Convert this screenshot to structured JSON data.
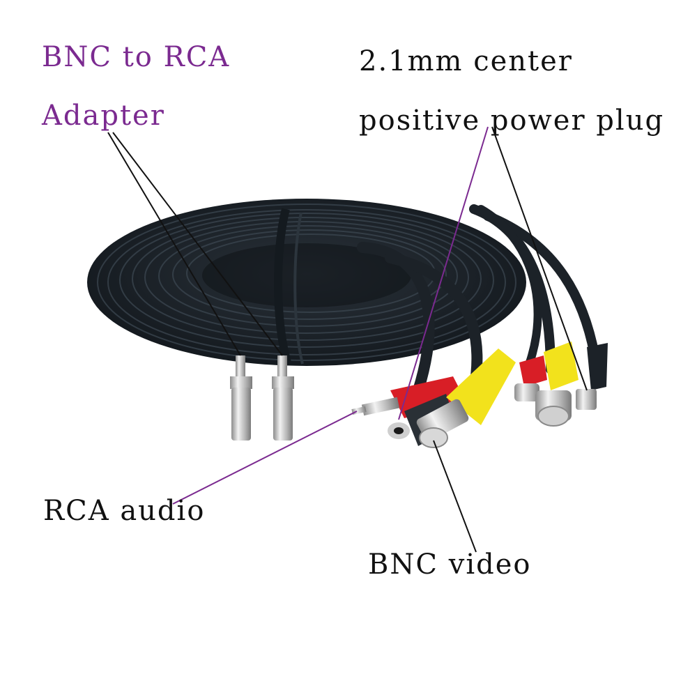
{
  "labels": {
    "adapter_line1": "BNC to RCA",
    "adapter_line2": "Adapter",
    "power_line1": "2.1mm center",
    "power_line2": "positive power plug",
    "rca_audio": "RCA audio",
    "bnc_video": "BNC video"
  },
  "colors": {
    "label_purple": "#7b2a90",
    "label_black": "#111111",
    "cable": "#1c2228",
    "connector_yellow": "#f2e21c",
    "connector_red": "#d81e26",
    "metal": "#c9c9c9"
  }
}
